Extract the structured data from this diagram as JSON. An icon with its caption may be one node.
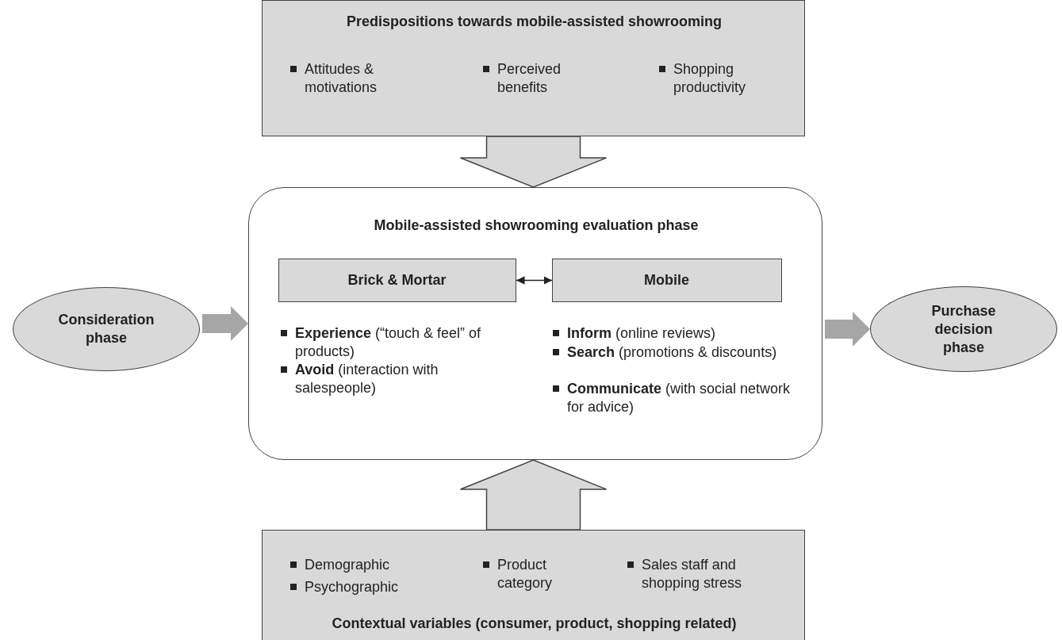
{
  "diagram": {
    "nodes": [
      {
        "text": [
          "Predispositions towards mobile-assisted showrooming",
          "Attitudes & motivations",
          "Perceived benefits",
          "Shopping productivity"
        ]
      },
      {
        "text": [
          "Mobile-assisted showrooming evaluation phase",
          "**Experience** (“touch & feel” of products)",
          "**Avoid** (interaction with salespeople)",
          "**Inform** (online reviews)",
          "**Search** (promotions & discounts)",
          "**Communicate** (with social network for advice)"
        ]
      },
      {
        "text": [
          "Brick & Mortar"
        ],
        "in": 1
      },
      {
        "text": [
          "Mobile"
        ],
        "in": 1
      },
      {
        "text": [
          "Consideration phase"
        ]
      },
      {
        "text": [
          "Purchase decision phase"
        ]
      },
      {
        "text": [
          "Demographic",
          "Psychographic",
          "Product category",
          "Sales staff and shopping stress",
          "Contextual variables (consumer, product, shopping related)"
        ]
      }
    ],
    "edges": [
      {
        "from": 0,
        "to": 1,
        "arrow": "to",
        "style": "thick"
      },
      {
        "from": 2,
        "to": 3,
        "arrow": "both"
      },
      {
        "from": 4,
        "to": 1,
        "arrow": "to",
        "style": "thick",
        "color": "#a6a6a6"
      },
      {
        "from": 1,
        "to": 5,
        "arrow": "to",
        "style": "thick",
        "color": "#a6a6a6"
      },
      {
        "from": 6,
        "to": 1,
        "arrow": "to",
        "style": "thick"
      }
    ]
  }
}
